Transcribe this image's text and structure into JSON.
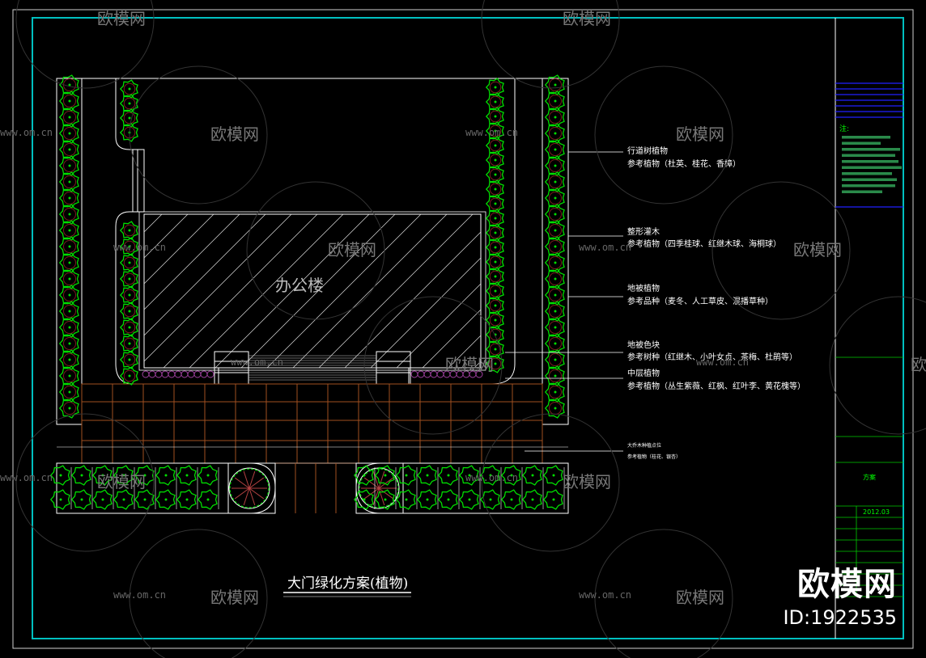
{
  "building_label": "办公楼",
  "drawing_title": "大门绿化方案(植物)",
  "annotations": [
    {
      "title": "行道树植物",
      "detail": "参考植物（杜英、桂花、香樟）"
    },
    {
      "title": "整形灌木",
      "detail": "参考植物（四季桂球、红继木球、海桐球）"
    },
    {
      "title": "地被植物",
      "detail": "参考品种（麦冬、人工草皮、混播草种）"
    },
    {
      "title": "地被色块",
      "detail": "参考树种（红继木、小叶女贞、茶梅、杜鹃等）"
    },
    {
      "title": "中层植物",
      "detail": "参考植物（丛生紫薇、红枫、红叶李、黄花槐等）"
    },
    {
      "title": "大乔木种植点位",
      "detail": "参考植物（桂花、银杏）"
    }
  ],
  "title_block": {
    "note_label": "注:",
    "project": "方案",
    "date": "2012.03"
  },
  "watermark": {
    "brand": "欧模网",
    "url": "www.om.cn",
    "id": "ID:1922535"
  },
  "colors": {
    "frame": "#00bfbf",
    "linework": "#ffffff",
    "tree": "#00dd00",
    "shrub_fill": "#7a1f1f",
    "paving": "#a05020",
    "groundcover": "#a040a0",
    "titleblock_lines": "#2020ff"
  }
}
